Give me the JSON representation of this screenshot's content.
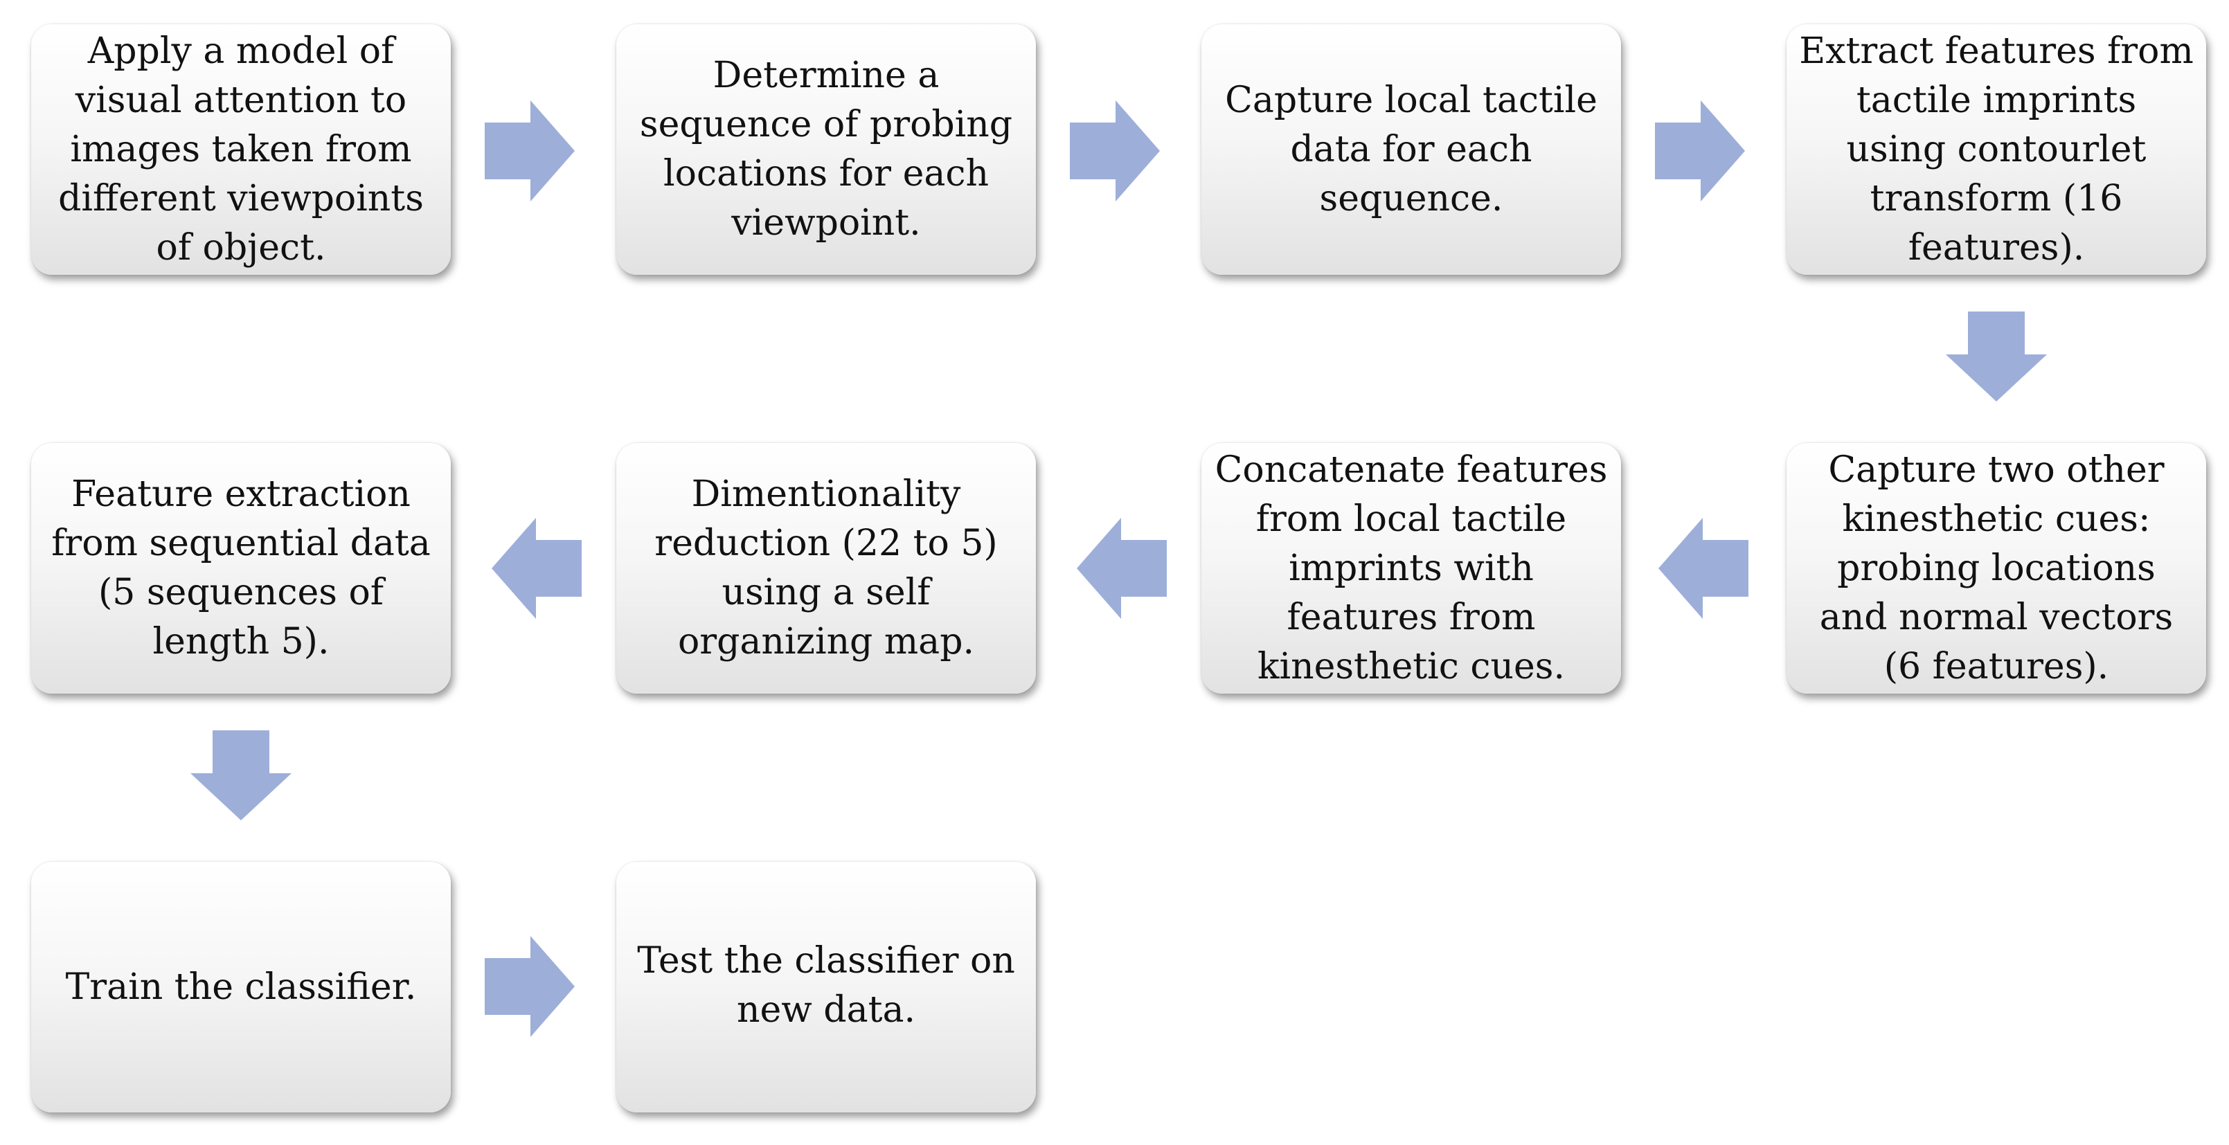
{
  "colors": {
    "arrow": "#9daed9",
    "box_top": "#ffffff",
    "box_bottom": "#e2e2e2",
    "text": "#111111"
  },
  "steps": {
    "s1": "Apply a model of\nvisual attention to\nimages taken from\ndifferent viewpoints\nof object.",
    "s2": "Determine a\nsequence of probing\nlocations for each\nviewpoint.",
    "s3": "Capture local tactile\ndata for each\nsequence.",
    "s4": "Extract features from\ntactile imprints\nusing contourlet\ntransform (16\nfeatures).",
    "s5": "Capture two other\nkinesthetic cues:\nprobing locations\nand normal vectors\n(6 features).",
    "s6": "Concatenate features\nfrom local tactile\nimprints with\nfeatures from\nkinesthetic cues.",
    "s7": "Dimentionality\nreduction (22 to 5)\nusing a self\norganizing map.",
    "s8": "Feature extraction\nfrom sequential data\n(5 sequences of\nlength 5).",
    "s9": "Train the classifier.",
    "s10": "Test the classifier on\nnew data."
  },
  "arrows": [
    {
      "from": "s1",
      "to": "s2",
      "direction": "right",
      "icon": "arrow-right-icon"
    },
    {
      "from": "s2",
      "to": "s3",
      "direction": "right",
      "icon": "arrow-right-icon"
    },
    {
      "from": "s3",
      "to": "s4",
      "direction": "right",
      "icon": "arrow-right-icon"
    },
    {
      "from": "s4",
      "to": "s5",
      "direction": "down",
      "icon": "arrow-down-icon"
    },
    {
      "from": "s5",
      "to": "s6",
      "direction": "left",
      "icon": "arrow-left-icon"
    },
    {
      "from": "s6",
      "to": "s7",
      "direction": "left",
      "icon": "arrow-left-icon"
    },
    {
      "from": "s7",
      "to": "s8",
      "direction": "left",
      "icon": "arrow-left-icon"
    },
    {
      "from": "s8",
      "to": "s9",
      "direction": "down",
      "icon": "arrow-down-icon"
    },
    {
      "from": "s9",
      "to": "s10",
      "direction": "right",
      "icon": "arrow-right-icon"
    }
  ]
}
